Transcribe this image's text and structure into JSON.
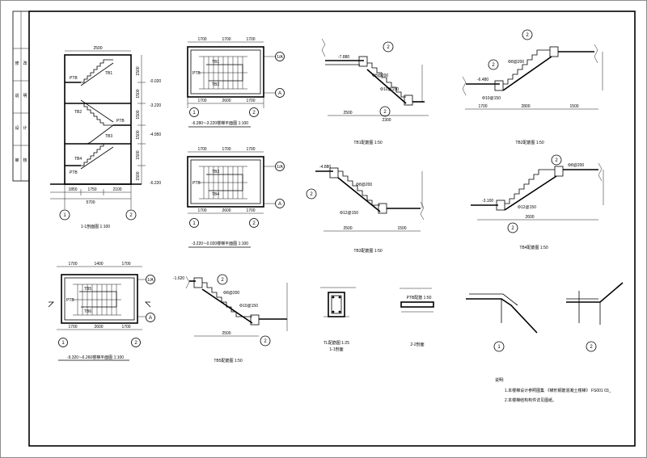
{
  "title_strip": [
    "修",
    "改",
    "说",
    "明",
    "设",
    "计",
    "审",
    "核"
  ],
  "section_1": {
    "title": "1-1剖面图  1:100",
    "top_dim": "2500",
    "elevations": [
      "-0.020",
      "-3.220",
      "-4.950",
      "-6.220"
    ],
    "vert_dims": [
      "1500",
      "1500",
      "1500",
      "1500",
      "1500",
      "1500"
    ],
    "bottom_dims": [
      "1850",
      "1750",
      "2100"
    ],
    "bottom_dim2": "5700",
    "tb_labels": [
      "TB1",
      "TB2",
      "TB3",
      "TB4"
    ],
    "pb_labels": [
      "PTB",
      "PTB",
      "PTB"
    ],
    "axes": [
      "1",
      "2"
    ]
  },
  "plan_1": {
    "title": "-6.280~-3.220楼梯平面图  1:100",
    "top_dims": [
      "1700",
      "1700",
      "1700"
    ],
    "bottom_dims": [
      "1700",
      "2600",
      "1700"
    ],
    "labels": [
      "TB1",
      "TB2",
      "PTB"
    ],
    "axes_bottom": [
      "1",
      "2"
    ],
    "axes_right": [
      "1/A",
      "A"
    ]
  },
  "plan_2": {
    "title": "-3.220~-0.020楼梯平面图  1:100",
    "top_dims": [
      "1700",
      "1700",
      "1700"
    ],
    "bottom_dims": [
      "1700",
      "2600",
      "1700"
    ],
    "labels": [
      "TB3",
      "TB4",
      "PTB"
    ],
    "axes_bottom": [
      "1",
      "2"
    ],
    "axes_right": [
      "1/A",
      "A"
    ]
  },
  "plan_3": {
    "title": "-9.320~-6.260楼梯平面图  1:100",
    "top_dims": [
      "1700",
      "1400",
      "1700"
    ],
    "bottom_dims": [
      "1700",
      "2600",
      "1700"
    ],
    "labels": [
      "TB5",
      "TB6",
      "PTB"
    ],
    "axes_bottom": [
      "1",
      "2"
    ],
    "axes_right": [
      "1/A",
      "A"
    ]
  },
  "tb1": {
    "title": "TB1配筋图  1:50",
    "elev": "-7.880",
    "dims": [
      "2500",
      "2300"
    ],
    "notes": [
      "Φ8@200",
      "Φ10@150"
    ]
  },
  "tb2": {
    "title": "TB2配筋图  1:50",
    "elev": "-6.480",
    "dims": [
      "1700",
      "2800",
      "1500"
    ],
    "notes": [
      "Φ8@200",
      "Φ10@150"
    ]
  },
  "tb3": {
    "title": "TB3配筋图  1:50",
    "elev": "-4.880",
    "dims": [
      "2500",
      "1500"
    ],
    "notes": [
      "Φ8@200",
      "Φ12@150"
    ]
  },
  "tb4": {
    "title": "TB4配筋图  1:50",
    "elev": "-3.100",
    "dims": [
      "2600"
    ],
    "notes": [
      "Φ8@200",
      "Φ12@150"
    ]
  },
  "tb5": {
    "title": "TB5配筋图  1:50",
    "elev": "-1.620",
    "dims": [
      "2500"
    ],
    "notes": [
      "Φ8@200",
      "Φ10@150"
    ]
  },
  "tl": {
    "title": "TL配筋图  1:25",
    "subtitle": "1-1剖面"
  },
  "ptb": {
    "title": "PTB配筋  1:50",
    "subtitle": "2-2剖面"
  },
  "details": {
    "labels": [
      "1",
      "2"
    ]
  },
  "notes": {
    "heading": "说明:",
    "items": [
      "1.本楼梯设计参照图集 《梯形钢筋混凝土楼梯》 FS001 03_",
      "2.本楼梯结构构件详见图纸。"
    ]
  }
}
